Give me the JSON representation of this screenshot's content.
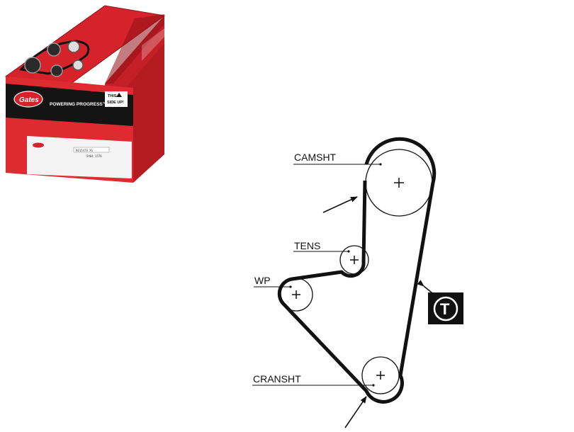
{
  "product_box": {
    "brand": "Gates",
    "tagline": "POWERING PROGRESS™",
    "orientation_note_line1": "THIS",
    "orientation_note_line2": "SIDE UP!",
    "label_line1": "K015478 XS",
    "label_line2": "5404 1576",
    "colors": {
      "red": "#d6232b",
      "dark_red": "#a5161c",
      "black": "#141414",
      "white": "#ffffff"
    }
  },
  "diagram": {
    "pulleys": [
      {
        "id": "camsht",
        "label": "CAMSHT"
      },
      {
        "id": "tens",
        "label": "TENS"
      },
      {
        "id": "wp",
        "label": "WP"
      },
      {
        "id": "cransht",
        "label": "CRANSHT"
      }
    ],
    "badge": {
      "letter": "T",
      "color": "#111111"
    },
    "rotation_arrows": 2,
    "icons": [
      "belt-route",
      "rotation-arrow",
      "tensioner-badge"
    ]
  }
}
